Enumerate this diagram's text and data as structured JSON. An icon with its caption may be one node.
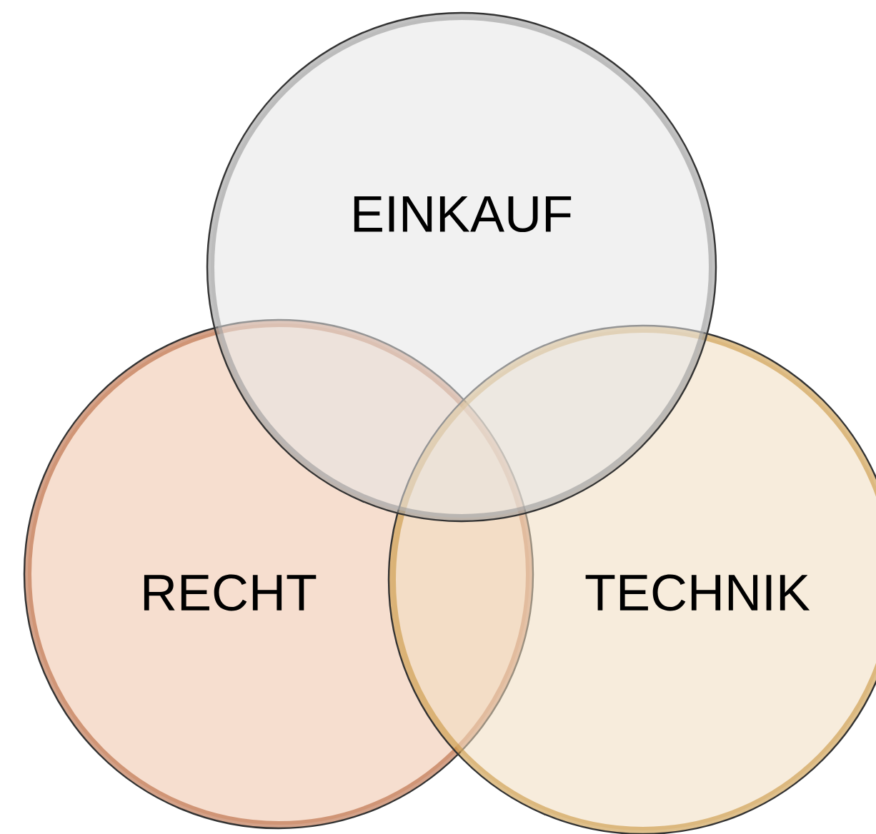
{
  "diagram": {
    "nodes": [
      {
        "text": [
          "EINKAUF"
        ]
      },
      {
        "text": [
          "RECHT"
        ]
      },
      {
        "text": [
          "TECHNIK"
        ]
      }
    ]
  }
}
